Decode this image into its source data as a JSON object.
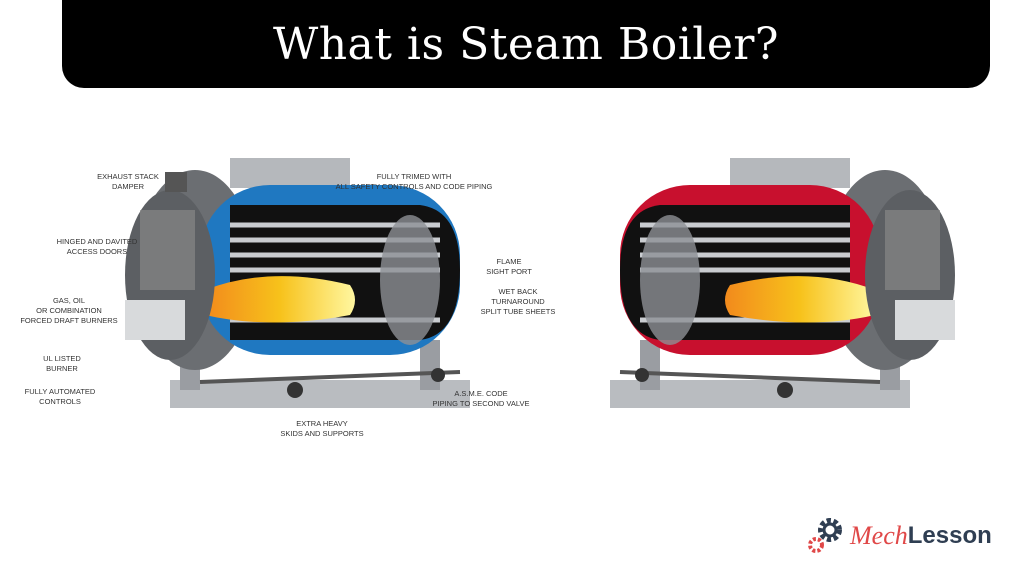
{
  "header": {
    "title": "What is Steam Boiler?"
  },
  "diagram": {
    "labels": {
      "exhaust": [
        "EXHAUST STACK",
        "DAMPER"
      ],
      "doors": [
        "HINGED AND DAVITED",
        "ACCESS DOORS"
      ],
      "burners": [
        "GAS, OIL",
        "OR COMBINATION",
        "FORCED DRAFT BURNERS"
      ],
      "ul": [
        "UL LISTED",
        "BURNER"
      ],
      "controls": [
        "FULLY AUTOMATED",
        "CONTROLS"
      ],
      "trimmed": [
        "FULLY TRIMED WITH",
        "ALL SAFETY CONTROLS AND CODE PIPING"
      ],
      "flame": [
        "FLAME",
        "SIGHT PORT"
      ],
      "wetback": [
        "WET BACK",
        "TURNAROUND",
        "SPLIT TUBE SHEETS"
      ],
      "asme": [
        "A.S.M.E. CODE",
        "PIPING TO SECOND VALVE"
      ],
      "skids": [
        "EXTRA HEAVY",
        "SKIDS AND SUPPORTS"
      ]
    },
    "colors": {
      "left_shell": "#1f78c1",
      "right_shell": "#c8102e",
      "flame": "#f7c21b"
    }
  },
  "logo": {
    "part1": "Mech",
    "part2": "Lesson"
  }
}
